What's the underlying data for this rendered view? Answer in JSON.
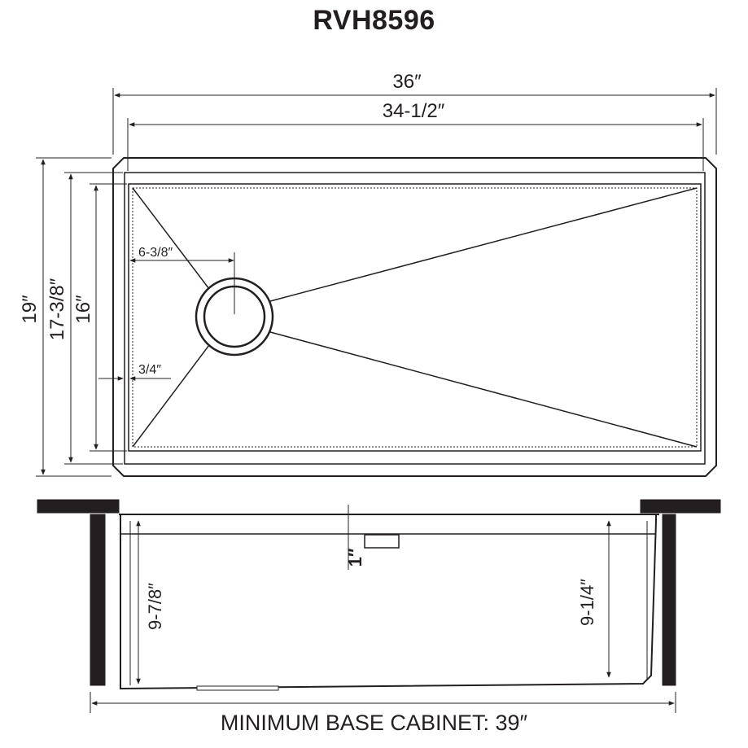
{
  "model": "RVH8596",
  "dimensions": {
    "overall_width": "36″",
    "inner_width": "34-1/2″",
    "overall_depth": "19″",
    "flange_depth": "17-3/8″",
    "bowl_depth": "16″",
    "drain_offset": "6-3/8″",
    "ledge_offset": "3/4″",
    "ledge_height": "1″",
    "bowl_height_left": "9-7/8″",
    "bowl_height_right": "9-1/4″"
  },
  "minimum_cabinet": "MINIMUM BASE CABINET: 39″",
  "colors": {
    "line": "#231f20",
    "background": "#ffffff"
  }
}
